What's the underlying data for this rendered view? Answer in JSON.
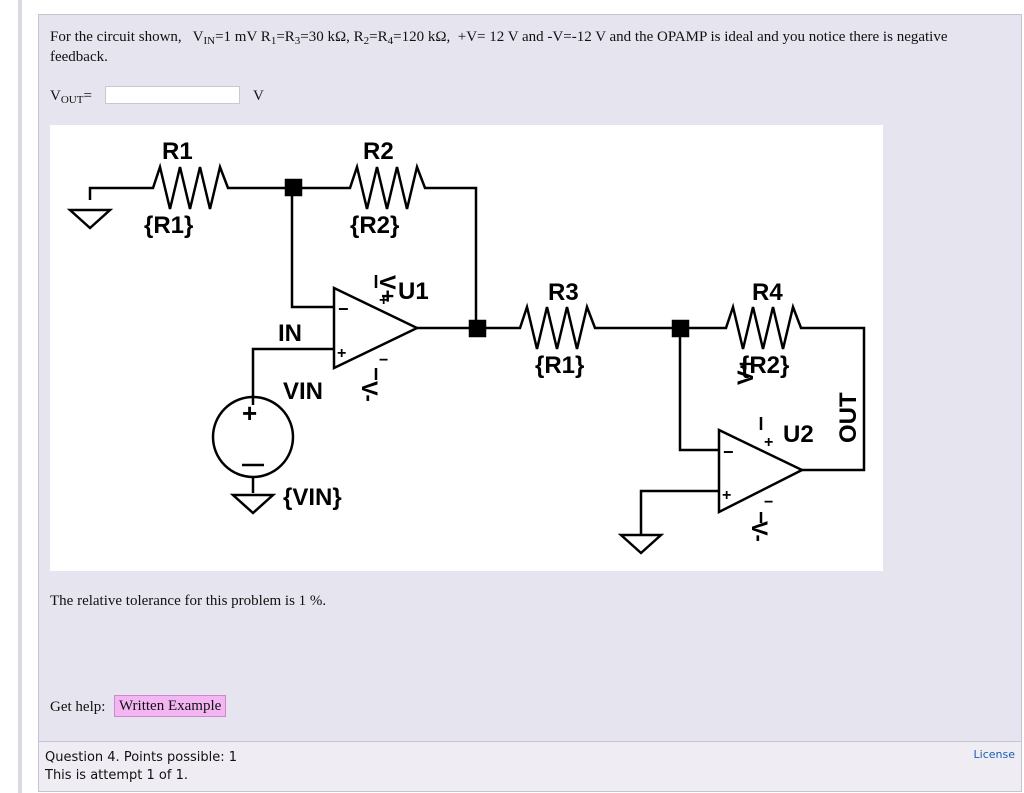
{
  "question": {
    "prefix": "For the circuit shown,",
    "vin_label": "V",
    "vin_sub": "IN",
    "vin_value": "=1 mV",
    "r1_label": "R",
    "r1_sub": "1",
    "eq1": "=R",
    "r3_sub": "3",
    "r13_value": "=30 kΩ,",
    "r2_label": "R",
    "r2_sub": "2",
    "eq2": "=R",
    "r4_sub": "4",
    "r24_value": "=120 kΩ,",
    "suffix": "+V= 12 V and -V=-12 V and the OPAMP is ideal and you notice there is negative feedback."
  },
  "answer": {
    "label": "V",
    "label_sub": "OUT",
    "label_eq": "=",
    "value": "",
    "unit": "V"
  },
  "circuit": {
    "r1_name": "R1",
    "r1_value": "{R1}",
    "r2_name": "R2",
    "r2_value": "{R2}",
    "r3_name": "R3",
    "r3_value": "{R1}",
    "r4_name": "R4",
    "r4_value": "{R2}",
    "u1": "U1",
    "u2": "U2",
    "in_label": "IN",
    "vin_label": "VIN",
    "vin_value": "{VIN}",
    "out_label": "OUT",
    "vplus": "V+",
    "vminus": "V-",
    "plus": "+",
    "minus": "−"
  },
  "tolerance_text": "The relative tolerance for this problem is 1 %.",
  "help": {
    "label": "Get help:",
    "button": "Written Example"
  },
  "footer": {
    "question_info": "Question 4. Points possible: 1",
    "attempt_info": "This is attempt 1 of 1.",
    "license": "License"
  }
}
